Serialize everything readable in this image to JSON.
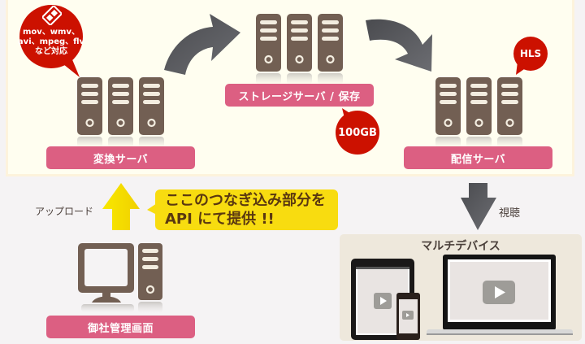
{
  "colors": {
    "server": "#725f53",
    "pill": "#dc5f82",
    "bubble_red": "#cc1100",
    "callout_yellow": "#f8dc10",
    "arrow_gray": "#55565a",
    "arrow_yellow": "#f5e000"
  },
  "format_bubble": {
    "icon": "film-icon",
    "line1": "mov、wmv、",
    "line2": "avi、mpeg、flv",
    "line3": "など対応"
  },
  "servers": {
    "convert": {
      "label": "変換サーバ"
    },
    "storage": {
      "label": "ストレージサーバ / 保存",
      "badge": "100GB"
    },
    "delivery": {
      "label": "配信サーバ",
      "badge": "HLS"
    }
  },
  "upload": {
    "label": "アップロード"
  },
  "callout": {
    "line1": "ここのつなぎ込み部分を",
    "line2": "API にて提供 !!"
  },
  "admin": {
    "label": "御社管理画面"
  },
  "view": {
    "label": "視聴"
  },
  "devices": {
    "title": "マルチデバイス"
  }
}
